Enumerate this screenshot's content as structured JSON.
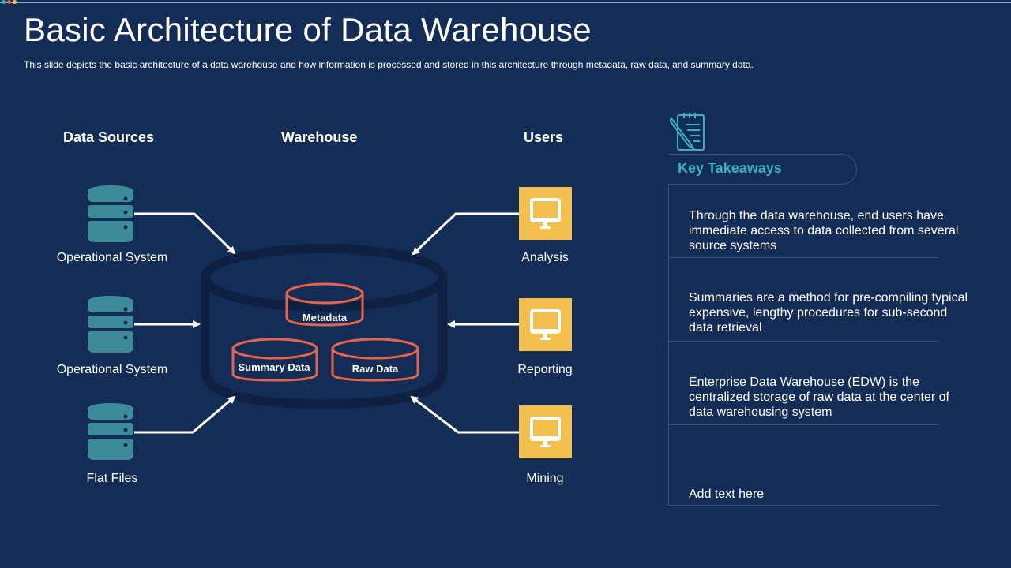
{
  "slide": {
    "title": "Basic Architecture of Data Warehouse",
    "subtitle": "This slide depicts the basic architecture of a data warehouse  and how information  is processed and stored in this architecture through  metadata, raw data, and summary data."
  },
  "columns": {
    "sources_header": "Data Sources",
    "warehouse_header": "Warehouse",
    "users_header": "Users"
  },
  "sources": [
    "Operational System",
    "Operational System",
    "Flat Files"
  ],
  "users": [
    "Analysis",
    "Reporting",
    "Mining"
  ],
  "warehouse": {
    "metadata": "Metadata",
    "summary": "Summary Data",
    "raw": "Raw Data"
  },
  "takeaways": {
    "title": "Key Takeaways",
    "items": [
      "Through  the data warehouse,  end users have immediate access to data collected from several source systems",
      "Summaries are a method for pre-compiling typical expensive,  lengthy procedures for sub-second data retrieval",
      "Enterprise Data Warehouse  (EDW) is the centralized storage of raw data at the center of data warehousing system",
      "Add text here"
    ]
  },
  "colors": {
    "background": "#142d57",
    "database": "#3d8a9b",
    "monitor": "#f3c04f",
    "cylinder": "#e8634a",
    "accent": "#3ab0c3"
  },
  "icons": {
    "source": "database-icon",
    "user": "monitor-icon",
    "takeaway": "notepad-pencil-icon"
  }
}
